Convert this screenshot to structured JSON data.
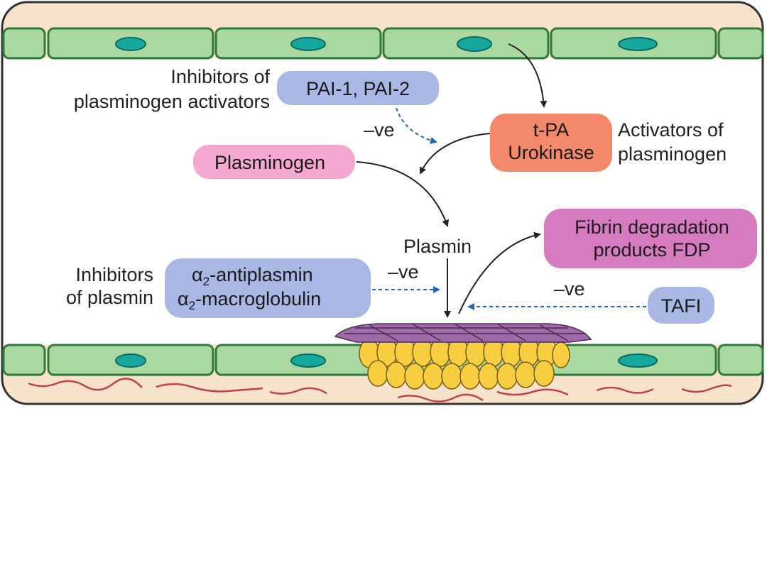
{
  "colors": {
    "vessel_outer": "#f7e3cc",
    "cell_fill": "#a9d8a0",
    "cell_stroke": "#2f7a3a",
    "nucleus": "#16a89c",
    "pai_box": "#a8b7e3",
    "plasminogen_box": "#f5a8cf",
    "activator_box": "#f3896a",
    "fdp_box": "#d67bc0",
    "antiplasmin_box": "#a8b7e3",
    "tafi_box": "#a8b7e3",
    "arrow_solid": "#222222",
    "arrow_dashed": "#2166b8",
    "clot_yellow": "#f6ce3f",
    "fibrin_purple": "#8d5a95",
    "tissue_fiber": "#c0424f"
  },
  "labels": {
    "inhibitors_pa_line1": "Inhibitors of",
    "inhibitors_pa_line2": "plasminogen activators",
    "pai": "PAI-1, PAI-2",
    "neg1": "–ve",
    "tpa": "t-PA",
    "urokinase": "Urokinase",
    "activators_line1": "Activators of",
    "activators_line2": "plasminogen",
    "plasminogen": "Plasminogen",
    "plasmin": "Plasmin",
    "fdp_line1": "Fibrin degradation",
    "fdp_line2": "products FDP",
    "inhibitors_plasmin_line1": "Inhibitors",
    "inhibitors_plasmin_line2": "of plasmin",
    "alpha": "α",
    "sub2": "2",
    "antiplasmin_rest": "-antiplasmin",
    "macroglobulin_rest": "-macroglobulin",
    "neg2": "–ve",
    "neg3": "–ve",
    "tafi": "TAFI"
  }
}
